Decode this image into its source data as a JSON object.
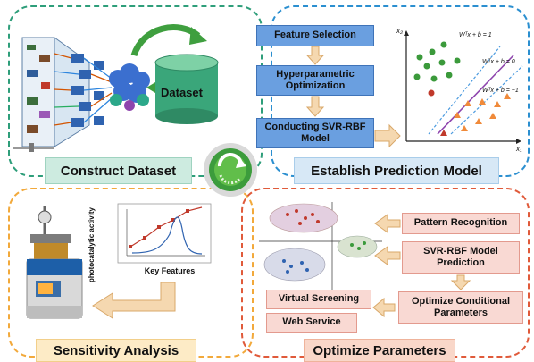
{
  "construct": {
    "title": "Construct Dataset",
    "dataset_label": "Dataset"
  },
  "prediction": {
    "title": "Establish Prediction Model",
    "step1": "Feature Selection",
    "step2": "Hyperparametric Optimization",
    "step3": "Conducting SVR-RBF Model",
    "eq_top": "Wᵀx + b = 1",
    "eq_mid": "Wᵀx + b = 0",
    "eq_bot": "Wᵀx + b = −1",
    "x_axis": "x₁",
    "y_axis": "x₂"
  },
  "sensitivity": {
    "title": "Sensitivity Analysis",
    "ylabel": "photocatalytic activity",
    "xlabel": "Key Features"
  },
  "optimize": {
    "title": "Optimize Parameters",
    "pattern": "Pattern Recognition",
    "svr_pred": "SVR-RBF Model Prediction",
    "optimize_cond": "Optimize Conditional Parameters",
    "virtual": "Virtual Screening",
    "web": "Web Service"
  },
  "colors": {
    "green": "#2e9e7a",
    "blue": "#2b8fd0",
    "orange": "#f2a93b",
    "red": "#e05a3a"
  }
}
